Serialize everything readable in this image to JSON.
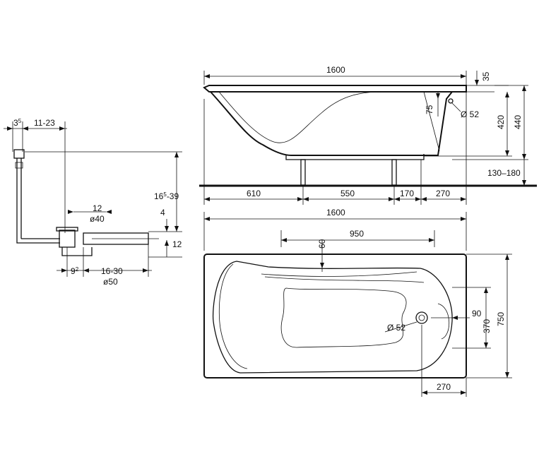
{
  "dimensions": {
    "side_top_length": "1600",
    "rim_thickness": "35",
    "drain_offset": "75",
    "drain_dia_side": "Ø 52",
    "inner_height": "420",
    "total_height": "440",
    "leg_adjust": "130–180",
    "seg_610": "610",
    "seg_550": "550",
    "seg_170": "170",
    "seg_270": "270",
    "plan_length": "1600",
    "plan_inner": "950",
    "plan_60": "60",
    "plan_90": "90",
    "plan_370": "370",
    "plan_750": "750",
    "plan_drain_dia": "Ø 52",
    "plan_270": "270",
    "siphon_35_base": "3",
    "siphon_35_sup": "5",
    "siphon_11_23": "11-23",
    "siphon_height_base": "16",
    "siphon_height_sup": "5",
    "siphon_height_tail": "-39",
    "siphon_12_top": "12",
    "siphon_dia40": "ø40",
    "siphon_4": "4",
    "siphon_12_right": "12",
    "siphon_9_base": "9",
    "siphon_9_sup": "2",
    "siphon_16_30": "16-30",
    "siphon_dia50": "ø50"
  }
}
